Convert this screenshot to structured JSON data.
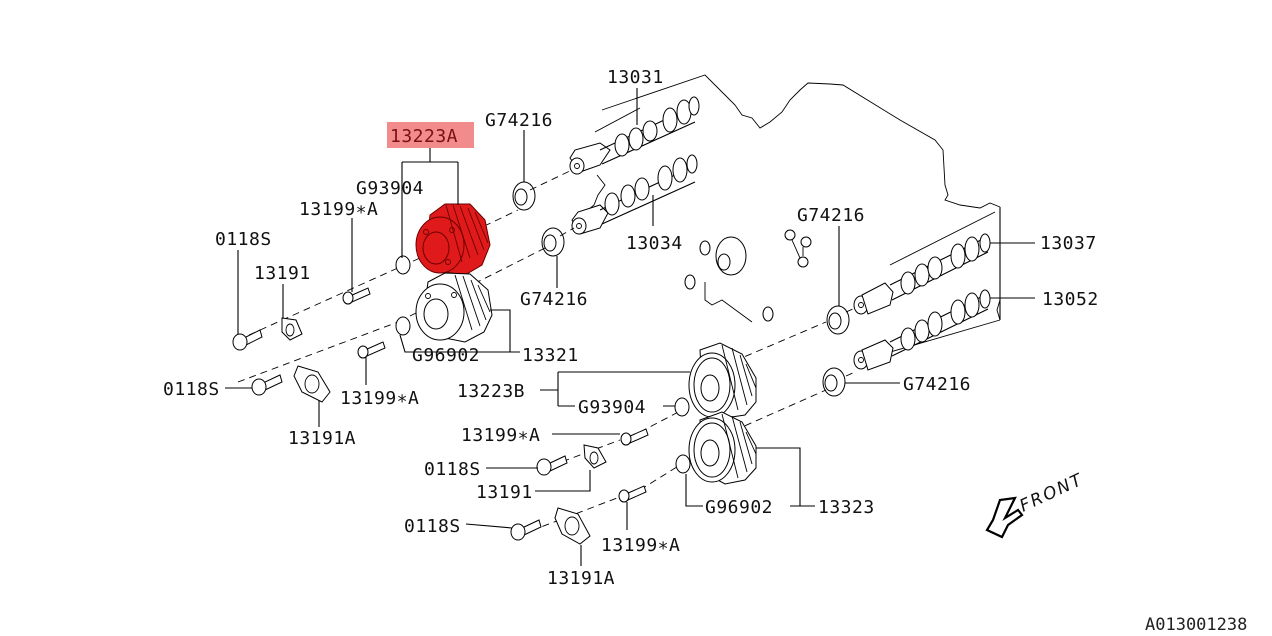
{
  "diagram": {
    "title": "Camshaft & Timing Belt Sprocket Parts Diagram",
    "code": "A013001238",
    "direction_label": "FRONT",
    "highlight_color": "#e01a1a",
    "highlight_label_bg": "#f28b8b",
    "labels": {
      "p13223A": "13223A",
      "p13223B": "13223B",
      "p13031": "13031",
      "p13034": "13034",
      "p13037": "13037",
      "p13052": "13052",
      "p13321": "13321",
      "p13323": "13323",
      "g74216_top": "G74216",
      "g74216_mid": "G74216",
      "g74216_right": "G74216",
      "g74216_low": "G74216",
      "g93904_top": "G93904",
      "g93904_low": "G93904",
      "g96902_top": "G96902",
      "g96902_low": "G96902",
      "p13199A_1": "13199∗A",
      "p13199A_2": "13199∗A",
      "p13199A_3": "13199∗A",
      "p13199A_4": "13199∗A",
      "p0118S_1": "0118S",
      "p0118S_2": "0118S",
      "p0118S_3": "0118S",
      "p0118S_4": "0118S",
      "p13191_1": "13191",
      "p13191_2": "13191",
      "p13191A_1": "13191A",
      "p13191A_2": "13191A"
    },
    "highlighted_part": "13223A"
  }
}
